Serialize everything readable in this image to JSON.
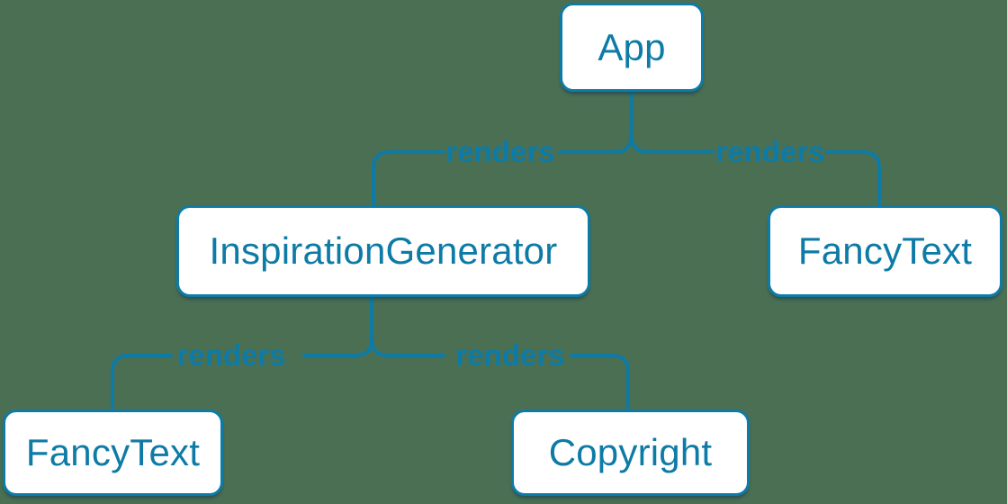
{
  "diagram": {
    "type": "component-render-tree",
    "colors": {
      "background": "#4B6F53",
      "accent": "#0E7BA6",
      "node_fill": "#FFFFFF",
      "node_shadow": "rgba(13, 58, 80, 0.5)"
    },
    "nodes": [
      {
        "id": "app",
        "label": "App"
      },
      {
        "id": "inspiration-generator",
        "label": "InspirationGenerator"
      },
      {
        "id": "fancy-text-top",
        "label": "FancyText"
      },
      {
        "id": "fancy-text-bottom",
        "label": "FancyText"
      },
      {
        "id": "copyright",
        "label": "Copyright"
      }
    ],
    "edges": [
      {
        "from": "App",
        "to": "InspirationGenerator",
        "label": "renders"
      },
      {
        "from": "App",
        "to": "FancyText",
        "label": "renders"
      },
      {
        "from": "InspirationGenerator",
        "to": "FancyText",
        "label": "renders"
      },
      {
        "from": "InspirationGenerator",
        "to": "Copyright",
        "label": "renders"
      }
    ]
  }
}
